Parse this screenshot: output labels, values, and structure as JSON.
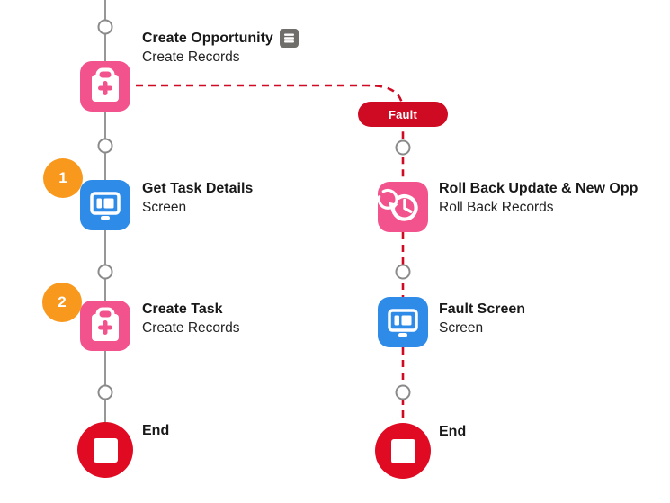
{
  "app": "flow-builder-canvas",
  "colors": {
    "data_element_pink": "#F2538C",
    "screen_element_blue": "#2F8BE8",
    "end_red": "#E00B22",
    "fault_red": "#CE0B23",
    "badge_orange": "#F8981D",
    "connector_gray": "#979797"
  },
  "icons": {
    "create_records": "clipboard-plus-icon",
    "screen": "screen-monitor-icon",
    "roll_back": "history-rollback-icon",
    "end": "stop-square-icon",
    "description": "description-lines-icon",
    "connector_dot": "add-node-dot"
  },
  "nodes": {
    "create_opportunity": {
      "title": "Create Opportunity",
      "subtitle": "Create Records"
    },
    "get_task_details": {
      "title": "Get Task Details",
      "subtitle": "Screen",
      "badge": "1"
    },
    "create_task": {
      "title": "Create Task",
      "subtitle": "Create Records",
      "badge": "2"
    },
    "end_left": {
      "title": "End"
    },
    "roll_back": {
      "title": "Roll Back Update & New Opp",
      "subtitle": "Roll Back Records"
    },
    "fault_screen": {
      "title": "Fault Screen",
      "subtitle": "Screen"
    },
    "end_right": {
      "title": "End"
    }
  },
  "connectors": {
    "fault_label": "Fault"
  }
}
